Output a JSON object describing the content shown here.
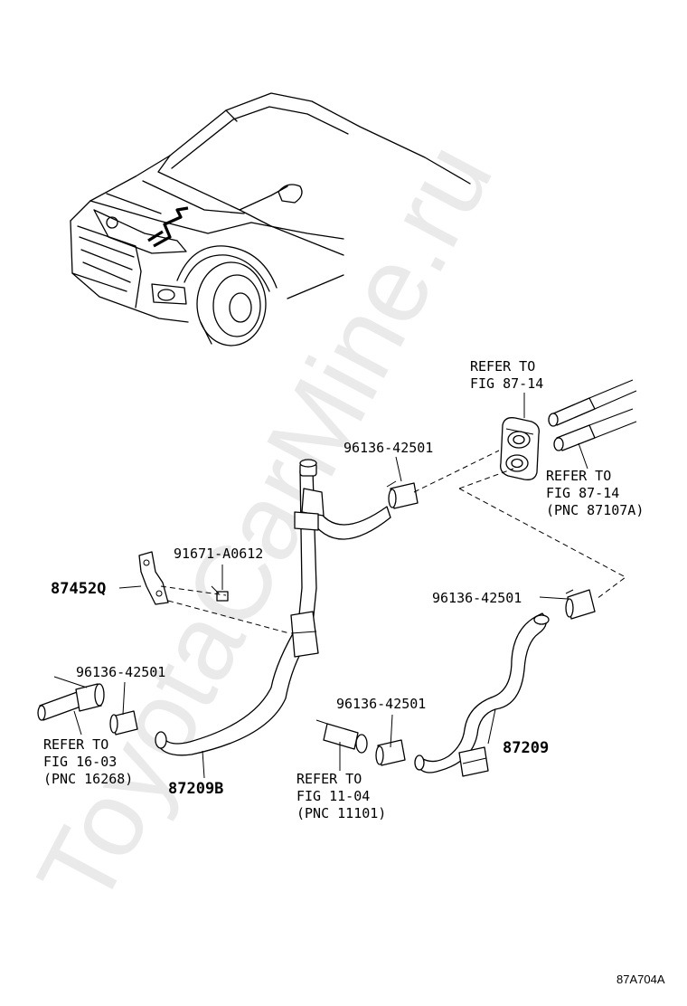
{
  "watermark": "ToyotaCarMine.ru",
  "figure_code": "87A704A",
  "parts": {
    "p87452q": "87452Q",
    "p91671": "91671-A0612",
    "p96136_top": "96136-42501",
    "p96136_right": "96136-42501",
    "p96136_left": "96136-42501",
    "p96136_mid": "96136-42501",
    "p87209b": "87209B",
    "p87209": "87209"
  },
  "refs": {
    "top_a": {
      "l1": "REFER TO",
      "l2": "FIG 87-14"
    },
    "top_b": {
      "l1": "REFER TO",
      "l2": "FIG 87-14",
      "l3": "(PNC 87107A)"
    },
    "left": {
      "l1": "REFER TO",
      "l2": "FIG 16-03",
      "l3": "(PNC 16268)"
    },
    "mid": {
      "l1": "REFER TO",
      "l2": "FIG 11-04",
      "l3": "(PNC 11101)"
    }
  }
}
